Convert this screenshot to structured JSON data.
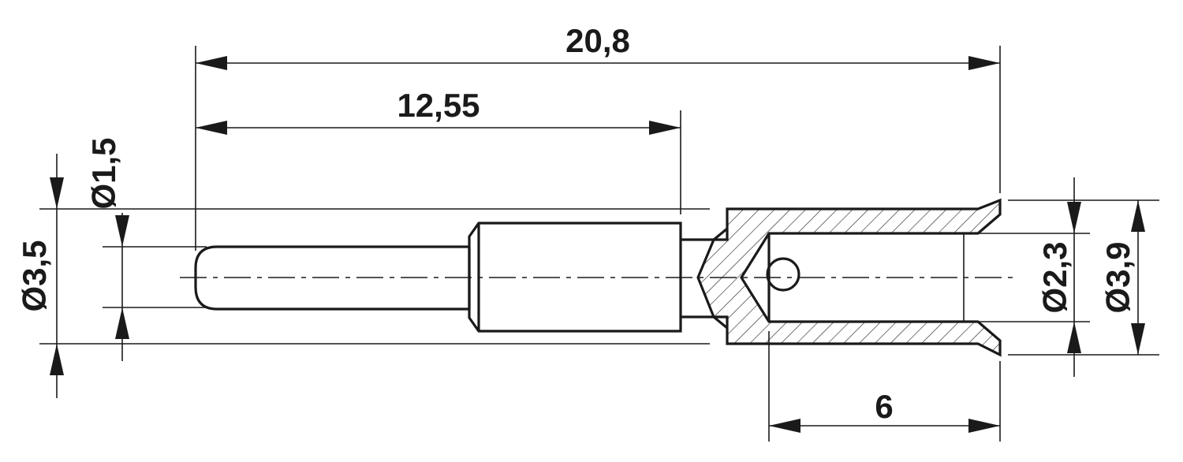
{
  "dimensions": {
    "overall_length": "20,8",
    "pin_length": "12,55",
    "crimp_length": "6",
    "diameter_pin": "Ø1,5",
    "diameter_collar": "Ø3,5",
    "diameter_bore": "Ø2,3",
    "diameter_outer": "Ø3,9"
  },
  "colors": {
    "line": "#1a1a1a",
    "background": "#ffffff"
  }
}
